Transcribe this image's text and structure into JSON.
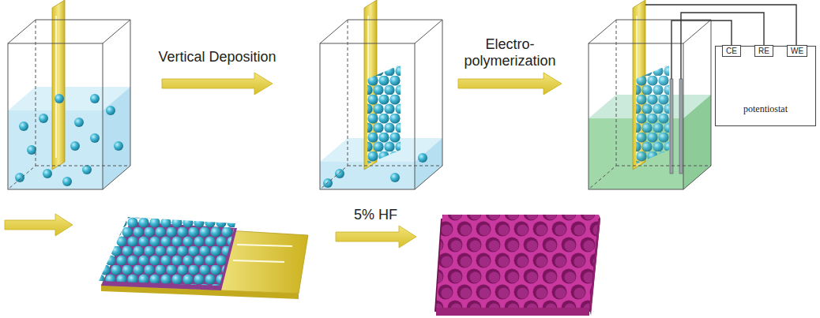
{
  "diagram": {
    "nodes": [
      {
        "text": [
          "potentiostat"
        ]
      },
      {
        "text": [
          "CE"
        ],
        "in": 0
      },
      {
        "text": [
          "RE"
        ],
        "in": 0
      },
      {
        "text": [
          "WE"
        ],
        "in": 0
      }
    ],
    "labels": [
      "Vertical Deposition",
      "Electro- polymerization",
      "5% HF"
    ]
  }
}
